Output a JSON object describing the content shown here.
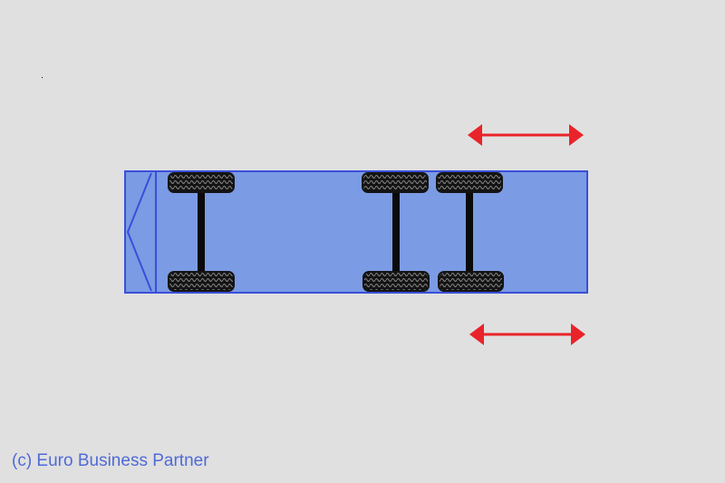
{
  "copyright": "(c) Euro Business Partner",
  "colors": {
    "background": "#e0e0e0",
    "trailer_fill": "#7b9be4",
    "trailer_stroke": "#3a4fd8",
    "arrow": "#e8242a",
    "tire": "#141414",
    "tire_tread": "#7f7f7f",
    "axle": "#0a0a0a",
    "copyright_text": "#4f6ad6"
  },
  "diagram": {
    "vehicle": "trailer top view",
    "axles": [
      {
        "name": "front-axle"
      },
      {
        "name": "rear-axle-1"
      },
      {
        "name": "rear-axle-2"
      }
    ],
    "arrows": [
      {
        "name": "top-arrow",
        "direction": "bidirectional"
      },
      {
        "name": "bottom-arrow",
        "direction": "bidirectional"
      }
    ]
  }
}
